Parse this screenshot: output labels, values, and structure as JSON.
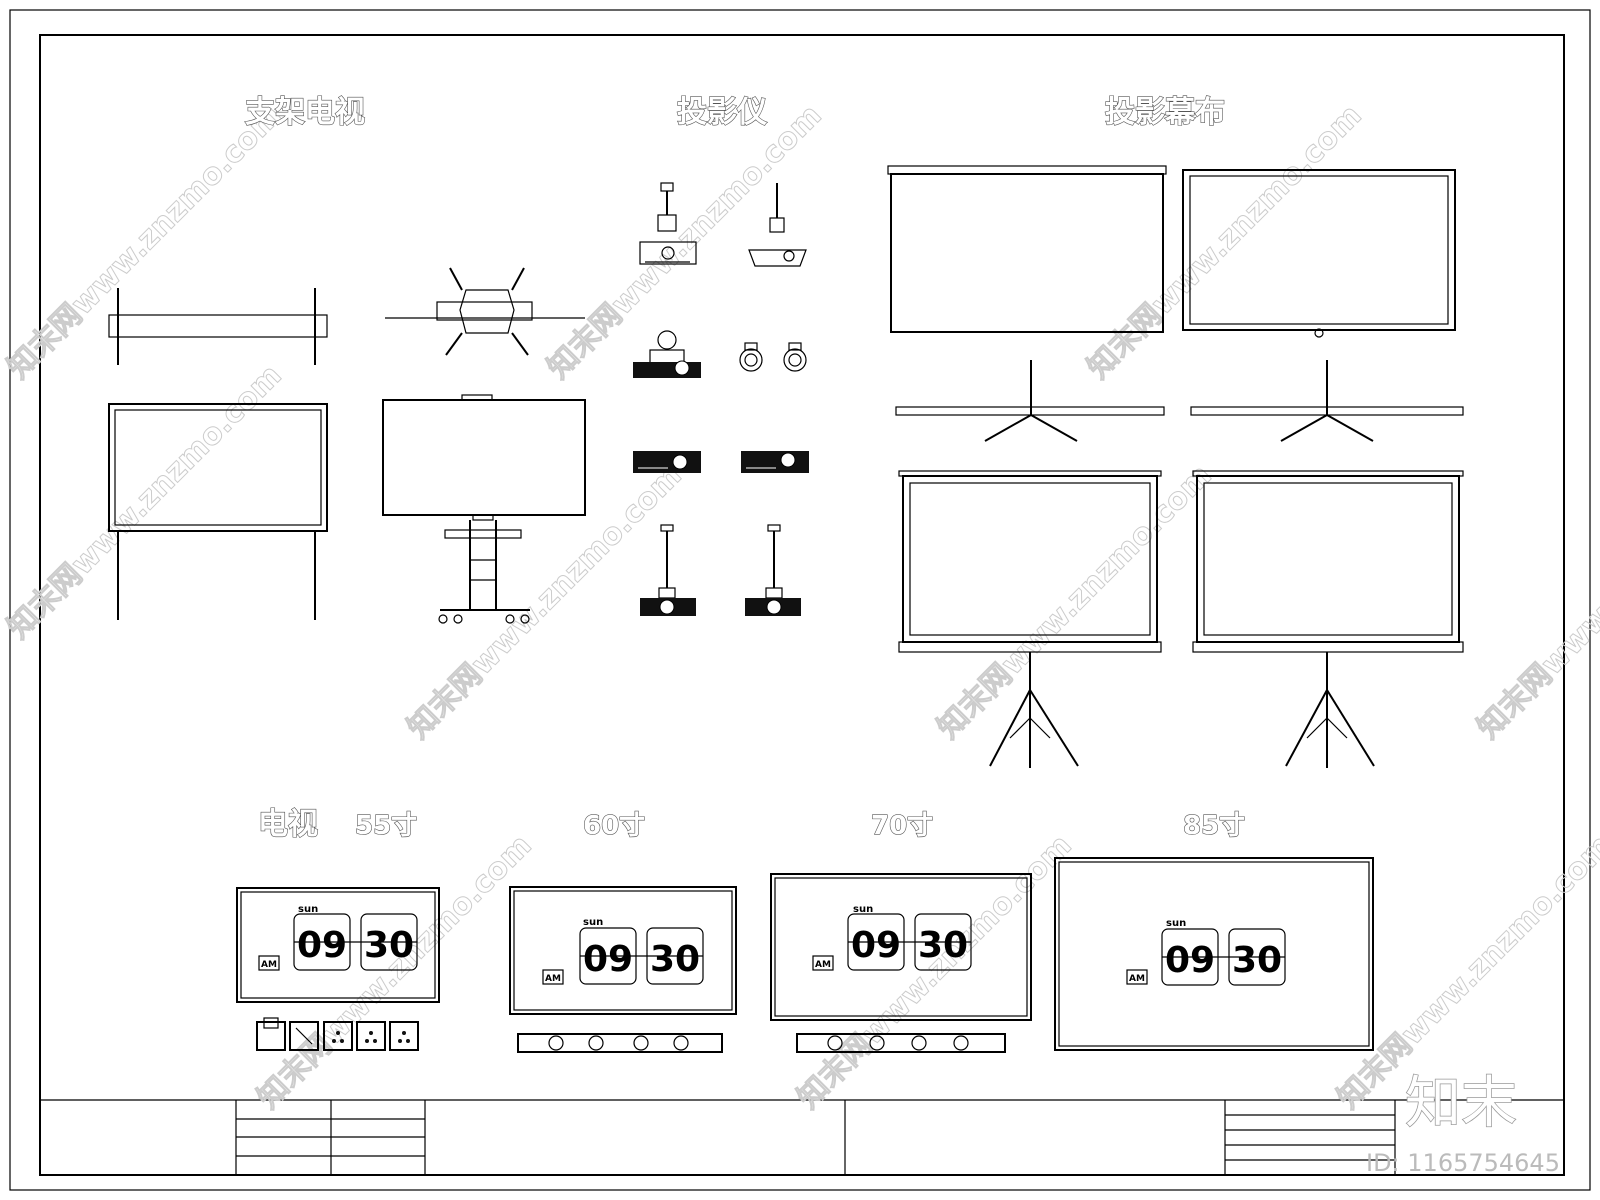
{
  "sections": {
    "stand_tv": "支架电视",
    "projector": "投影仪",
    "projection_screen": "投影幕布",
    "tv": "电视"
  },
  "sizes": [
    "55寸",
    "60寸",
    "70寸",
    "85寸"
  ],
  "clock": {
    "day": "sun",
    "hour": "09",
    "minute": "30",
    "ampm": "AM"
  },
  "watermark": "知末网www.znzmo.com",
  "brand": "知末",
  "id_label": "ID: 1165754645"
}
